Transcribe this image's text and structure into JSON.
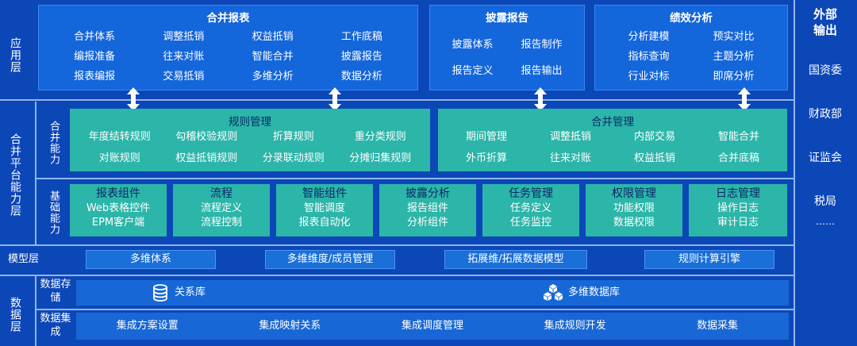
{
  "colors": {
    "background": "#0a3ea3",
    "panel": "#1466db",
    "teal": "#2cb5a9",
    "bar": "#1a6fd9",
    "line": "#8fb6f0"
  },
  "layers": {
    "app": "应用层",
    "platform": "合并平台能力层",
    "model": "模型层",
    "data": "数据层",
    "consolidation_capability": "合并能力",
    "base_capability": "基础能力",
    "data_storage": "数据存储",
    "data_integration": "数据集成"
  },
  "app_panels": [
    {
      "title": "合并报表",
      "items": [
        "合并体系",
        "调整抵销",
        "权益抵销",
        "工作底稿",
        "编报准备",
        "往来对账",
        "智能合并",
        "披露报告",
        "报表编报",
        "交易抵销",
        "多维分析",
        "数据分析"
      ]
    },
    {
      "title": "披露报告",
      "items": [
        "披露体系",
        "报告制作",
        "报告定义",
        "报告输出"
      ]
    },
    {
      "title": "绩效分析",
      "items": [
        "分析建模",
        "预实对比",
        "指标查询",
        "主题分析",
        "行业对标",
        "即席分析"
      ]
    }
  ],
  "rule_mgmt": {
    "title": "规则管理",
    "items": [
      "年度结转规则",
      "勾稽校验规则",
      "折算规则",
      "重分类规则",
      "对账规则",
      "权益抵销规则",
      "分录联动规则",
      "分摊归集规则"
    ]
  },
  "consol_mgmt": {
    "title": "合并管理",
    "items": [
      "期间管理",
      "调整抵销",
      "内部交易",
      "智能合并",
      "外币折算",
      "往来对账",
      "权益抵销",
      "合并底稿"
    ]
  },
  "base_components": [
    {
      "title": "报表组件",
      "items": [
        "Web表格控件",
        "EPM客户端"
      ]
    },
    {
      "title": "流程",
      "items": [
        "流程定义",
        "流程控制"
      ]
    },
    {
      "title": "智能组件",
      "items": [
        "智能调度",
        "报表自动化"
      ]
    },
    {
      "title": "披露分析",
      "items": [
        "报告组件",
        "分析组件"
      ]
    },
    {
      "title": "任务管理",
      "items": [
        "任务定义",
        "任务监控"
      ]
    },
    {
      "title": "权限管理",
      "items": [
        "功能权限",
        "数据权限"
      ]
    },
    {
      "title": "日志管理",
      "items": [
        "操作日志",
        "审计日志"
      ]
    }
  ],
  "model_items": [
    "多维体系",
    "多维维度/成员管理",
    "拓展维/拓展数据模型",
    "规则计算引擎"
  ],
  "storage": {
    "relational": "关系库",
    "multidim": "多维数据库",
    "relational_icon": "database-icon",
    "multidim_icon": "cubes-icon"
  },
  "integration_items": [
    "集成方案设置",
    "集成映射关系",
    "集成调度管理",
    "集成规则开发",
    "数据采集"
  ],
  "external": {
    "title_line1": "外部",
    "title_line2": "输出",
    "items": [
      "国资委",
      "财政部",
      "证监会",
      "税局",
      "……"
    ]
  }
}
